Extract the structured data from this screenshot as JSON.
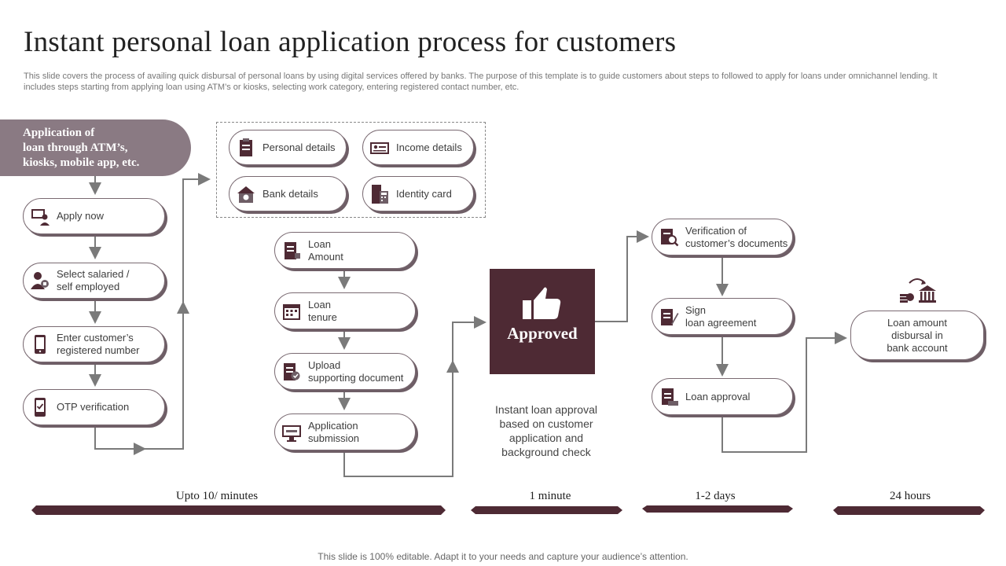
{
  "title": "Instant personal loan application process for customers",
  "description": "This slide covers the process of availing quick disbursal of personal loans by using digital services offered by banks. The purpose of this template is to guide customers about steps to followed to apply for loans under omnichannel lending. It includes steps starting from applying loan using ATM’s or kiosks, selecting work category, entering registered contact number, etc.",
  "start": {
    "lines": [
      "Application of",
      "loan through ATM’s,",
      "kiosks, mobile app, etc."
    ]
  },
  "left_steps": [
    {
      "lines": [
        "Apply now"
      ],
      "icon": "computer-user-icon"
    },
    {
      "lines": [
        "Select salaried  /",
        "self employed"
      ],
      "icon": "people-icon"
    },
    {
      "lines": [
        "Enter customer’s",
        "registered number"
      ],
      "icon": "phone-icon"
    },
    {
      "lines": [
        "OTP verification"
      ],
      "icon": "phone-check-icon"
    }
  ],
  "details": [
    {
      "label": "Personal details",
      "icon": "clipboard-icon"
    },
    {
      "label": "Income details",
      "icon": "id-card-icon"
    },
    {
      "label": "Bank details",
      "icon": "bank-house-icon"
    },
    {
      "label": "Identity card",
      "icon": "calculator-icon"
    }
  ],
  "middle_steps": [
    {
      "lines": [
        "Loan",
        "Amount"
      ],
      "icon": "document-icon"
    },
    {
      "lines": [
        "Loan",
        "tenure"
      ],
      "icon": "calendar-icon"
    },
    {
      "lines": [
        "Upload",
        "supporting document"
      ],
      "icon": "upload-document-icon"
    },
    {
      "lines": [
        "Application",
        "submission"
      ],
      "icon": "submit-screen-icon"
    }
  ],
  "approved": {
    "label": "Approved",
    "icon": "thumbs-up-icon"
  },
  "approval_note": "Instant loan approval based on customer application and background check",
  "right_steps": [
    {
      "lines": [
        "Verification of",
        "customer’s documents"
      ],
      "icon": "magnify-document-icon"
    },
    {
      "lines": [
        "Sign",
        "loan agreement"
      ],
      "icon": "sign-document-icon"
    },
    {
      "lines": [
        "Loan approval"
      ],
      "icon": "approval-document-icon"
    }
  ],
  "final": {
    "lines": [
      "Loan amount",
      "disbursal in",
      "bank account"
    ],
    "icon": "coins-bank-icon"
  },
  "timeline": [
    "Upto 10/ minutes",
    "1 minute",
    "1-2 days",
    "24 hours"
  ],
  "footer": "This slide is 100% editable. Adapt it to your needs and capture your audience’s attention.",
  "colors": {
    "accent": "#4e2a34",
    "muted": "#8a7a83",
    "line": "#7a7a7a"
  }
}
